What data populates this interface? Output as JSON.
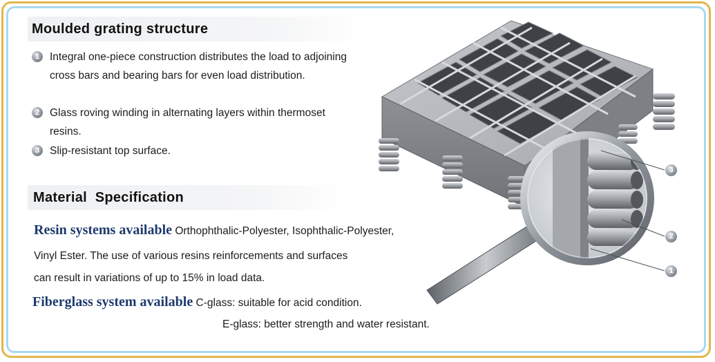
{
  "structure": {
    "title": "Moulded grating structure",
    "items": [
      {
        "num": "1",
        "text": "Integral one-piece construction distributes the load to adjoining cross bars and bearing bars for even load distribution."
      },
      {
        "num": "2",
        "text": "Glass roving winding in alternating layers within thermoset resins."
      },
      {
        "num": "3",
        "text": "Slip-resistant top surface."
      }
    ]
  },
  "material": {
    "title": "Material  Specification",
    "resin_lead": "Resin systems available",
    "resin_line1": "Orthophthalic-Polyester, Isophthalic-Polyester,",
    "resin_line2": "Vinyl Ester. The use of various resins reinforcements and surfaces",
    "resin_line3": "can result in variations of up to 15% in load data.",
    "fiber_lead": "Fiberglass system available",
    "fiber_line1": "C-glass: suitable for acid condition.",
    "fiber_line2": "E-glass: better strength and water resistant."
  },
  "callouts": {
    "c1": "1",
    "c2": "2",
    "c3": "3"
  },
  "colors": {
    "frame_gold": "#e2b64a",
    "frame_blue": "#a9d8f0",
    "lead_blue": "#1e3a6e",
    "grating_gray": "#9a9da1"
  }
}
